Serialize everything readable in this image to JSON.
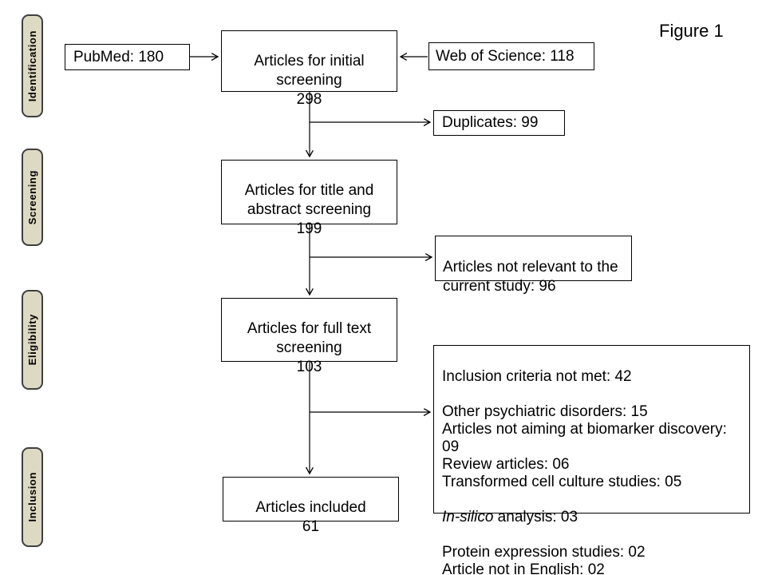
{
  "figure_label": "Figure 1",
  "stages": [
    {
      "label": "Identification"
    },
    {
      "label": "Screening"
    },
    {
      "label": "Eligibility"
    },
    {
      "label": "Inclusion"
    }
  ],
  "boxes": {
    "pubmed": {
      "text": "PubMed: 180"
    },
    "web_of_science": {
      "text": "Web of Science: 118"
    },
    "initial_screening": {
      "text": "Articles for initial\nscreening\n298"
    },
    "duplicates": {
      "text": "Duplicates: 99"
    },
    "title_abstract": {
      "text": "Articles for title and\nabstract screening\n199"
    },
    "not_relevant": {
      "text": "Articles not relevant to the\ncurrent study: 96"
    },
    "full_text": {
      "text": "Articles for full text\nscreening\n103"
    },
    "exclusion": {
      "lines_top": "Inclusion criteria not met: 42\n\nOther psychiatric disorders: 15\nArticles not aiming at biomarker discovery: 09\nReview articles: 06\nTransformed cell culture studies: 05",
      "italic_term": "In-silico",
      "italic_rest": " analysis: 03",
      "lines_bottom": "Protein expression studies: 02\nArticle not in English: 02"
    },
    "included": {
      "text": "Articles included\n61"
    }
  },
  "colors": {
    "background": "#ffffff",
    "stage_fill": "#ddd9c3",
    "stage_border": "#3f3f3f",
    "box_border": "#000000",
    "arrow": "#000000",
    "text": "#000000"
  }
}
